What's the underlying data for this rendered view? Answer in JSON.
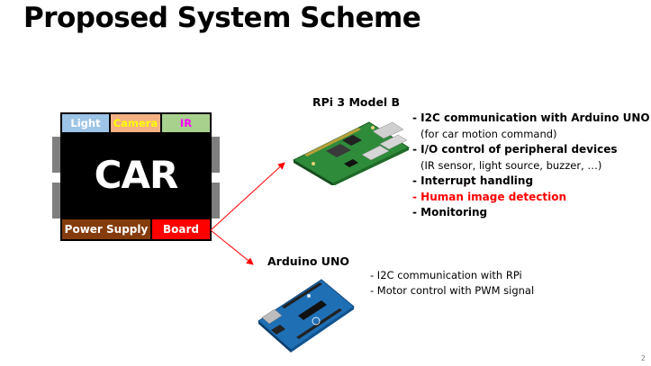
{
  "title": "Proposed System Scheme",
  "car": {
    "segments": {
      "light": "Light",
      "camera": "Camera",
      "ir": "IR",
      "power_supply": "Power Supply",
      "board": "Board"
    },
    "label": "CAR"
  },
  "rpi": {
    "title": "RPi 3 Model B",
    "items": [
      {
        "text": "- I2C communication with Arduino UNO",
        "style": "bold"
      },
      {
        "text": "(for car motion command)",
        "style": "sub"
      },
      {
        "text": "- I/O control of peripheral devices",
        "style": "bold"
      },
      {
        "text": "(IR sensor, light source, buzzer, …)",
        "style": "sub"
      },
      {
        "text": "- Interrupt handling",
        "style": "bold"
      },
      {
        "text": "- Human image detection",
        "style": "red"
      },
      {
        "text": "- Monitoring",
        "style": "bold"
      }
    ]
  },
  "arduino": {
    "title": "Arduino UNO",
    "items": [
      {
        "text": "- I2C communication with RPi"
      },
      {
        "text": "- Motor control with PWM signal"
      }
    ]
  },
  "page_number": "2",
  "colors": {
    "light": "#9dc3e6",
    "camera": "#f4b183",
    "camera_text": "#ffff00",
    "ir": "#a9d18e",
    "ir_text": "#ff00ff",
    "power": "#843c0c",
    "board": "#ff0000",
    "arrow": "#ff0000",
    "highlight": "#ff0000"
  },
  "icons": {
    "rpi": "raspberry-pi-board-icon",
    "arduino": "arduino-uno-board-icon"
  }
}
